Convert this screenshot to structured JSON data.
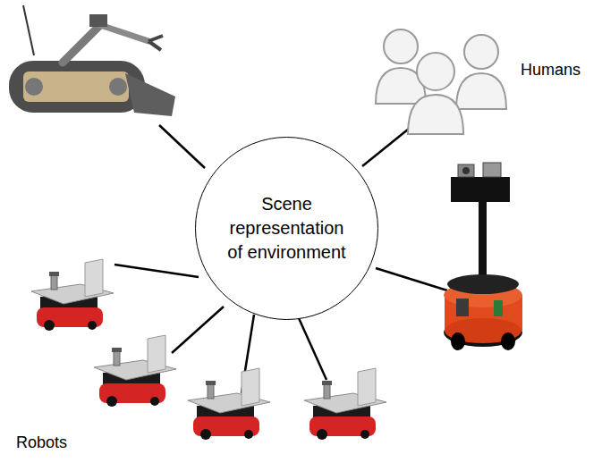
{
  "diagram": {
    "nodes": [
      {
        "text": [
          "Scene representation of environment"
        ]
      }
    ],
    "labels": [
      "Humans",
      "Robots"
    ]
  }
}
